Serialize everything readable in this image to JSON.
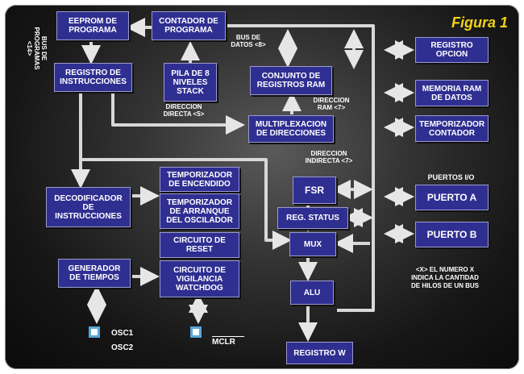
{
  "figure_title": "Figura 1",
  "colors": {
    "block_fill": "#2f2f92",
    "bus_line": "#d8d8d8",
    "title": "#f2d21a",
    "pin": "#5aa6d8"
  },
  "blocks": {
    "eeprom": "EEPROM DE\nPROGRAMA",
    "contador": "CONTADOR DE\nPROGRAMA",
    "registro_instr": "REGISTRO DE\nINSTRUCCIONES",
    "pila": "PILA DE 8\nNIVELES\nSTACK",
    "conjunto_ram": "CONJUNTO DE\nREGISTROS RAM",
    "multiplexacion": "MULTIPLEXACION\nDE DIRECCIONES",
    "registro_opcion": "REGISTRO\nOPCION",
    "memoria_ram": "MEMORIA RAM\nDE DATOS",
    "temporizador_contador": "TEMPORIZADOR\nCONTADOR",
    "temp_encendido": "TEMPORIZADOR\nDE ENCENDIDO",
    "temp_arranque": "TEMPORIZADOR\nDE ARRANQUE\nDEL OSCILADOR",
    "circuito_reset": "CIRCUITO DE\nRESET",
    "watchdog": "CIRCUITO DE\nVIGILANCIA\nWATCHDOG",
    "decodificador": "DECODIFICADOR\nDE\nINSTRUCCIONES",
    "generador": "GENERADOR\nDE TIEMPOS",
    "fsr": "FSR",
    "reg_status": "REG. STATUS",
    "mux": "MUX",
    "alu": "ALU",
    "puerto_a": "PUERTO A",
    "puerto_b": "PUERTO B",
    "registro_w": "REGISTRO W"
  },
  "labels": {
    "bus_programas": "BUS DE\nPROGRAMAS\n<14>",
    "bus_datos": "BUS DE\nDATOS <8>",
    "direccion_ram": "DIRECCION\nRAM <7>",
    "direccion_directa": "DIRECCION\nDIRECTA <5>",
    "direccion_indirecta": "DIRECCION\nINDIRECTA <7>",
    "puertos_io": "PUERTOS I/O",
    "nota": "<X> EL NUMERO X\nINDICA LA CANTIDAD\nDE HILOS DE UN BUS",
    "osc1": "OSC1",
    "osc2": "OSC2",
    "mclr": "MCLR"
  }
}
